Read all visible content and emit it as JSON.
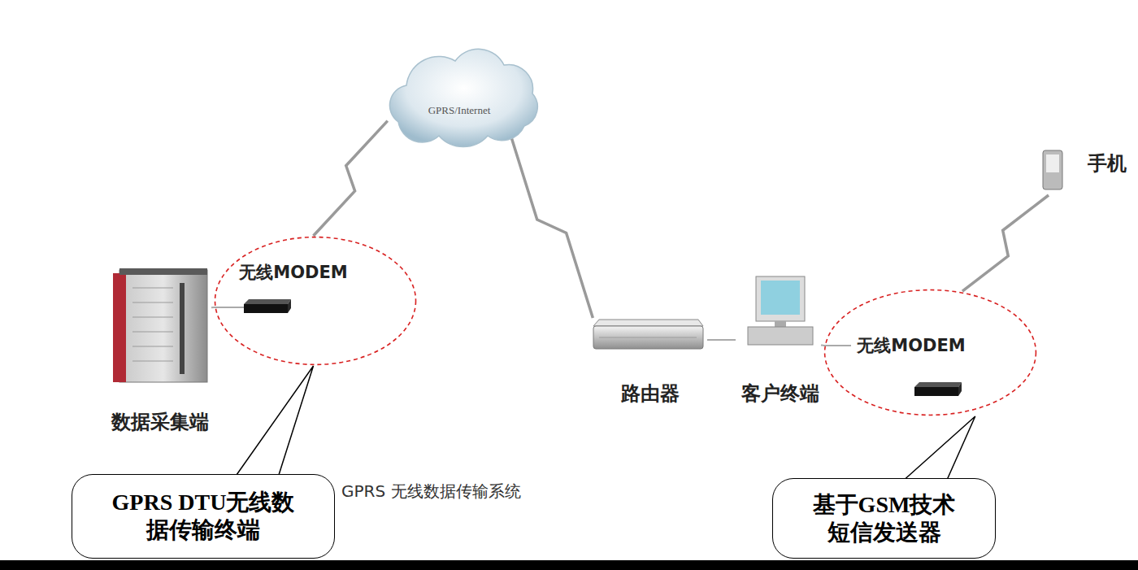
{
  "diagram": {
    "nodes": [
      {
        "text": [
          "GPRS/Internet"
        ]
      },
      {
        "text": [
          "无线MODEM"
        ]
      },
      {
        "text": [
          "数据采集端"
        ]
      },
      {
        "text": [
          "路由器"
        ]
      },
      {
        "text": [
          "客户终端"
        ]
      },
      {
        "text": [
          "无线MODEM"
        ]
      },
      {
        "text": [
          "手机"
        ]
      },
      {
        "text": [
          "GPRS DTU无线数据传输终端"
        ]
      },
      {
        "text": [
          "基于GSM技术 短信发送器"
        ]
      }
    ],
    "edges": [
      {
        "from": 2,
        "to": 1,
        "arrow": "none"
      },
      {
        "from": 1,
        "to": 0,
        "arrow": "none"
      },
      {
        "from": 0,
        "to": 3,
        "arrow": "none"
      },
      {
        "from": 3,
        "to": 4,
        "arrow": "none"
      },
      {
        "from": 4,
        "to": 5,
        "arrow": "none"
      },
      {
        "from": 5,
        "to": 6,
        "arrow": "none"
      },
      {
        "from": 7,
        "to": 1,
        "arrow": "none"
      },
      {
        "from": 8,
        "to": 5,
        "arrow": "none"
      }
    ],
    "labels": [
      "GPRS 无线数据传输系统"
    ]
  }
}
